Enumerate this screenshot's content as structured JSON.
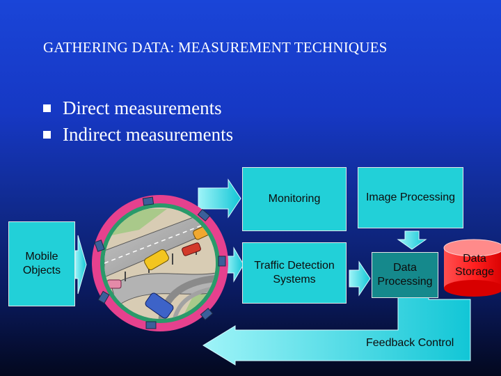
{
  "title": "GATHERING DATA: MEASUREMENT TECHNIQUES",
  "bullets": [
    "Direct measurements",
    "Indirect measurements"
  ],
  "boxes": {
    "mobile_objects": "Mobile Objects",
    "monitoring": "Monitoring",
    "image_processing": "Image Processing",
    "traffic_detection": "Traffic Detection Systems",
    "data_processing": "Data Processing",
    "data_storage": "Data Storage",
    "feedback_control": "Feedback Control"
  },
  "colors": {
    "box_light": "#22d0d8",
    "box_dark": "#15898c",
    "arrow": "#1ad2e0",
    "storage": "#ff1a1a"
  }
}
